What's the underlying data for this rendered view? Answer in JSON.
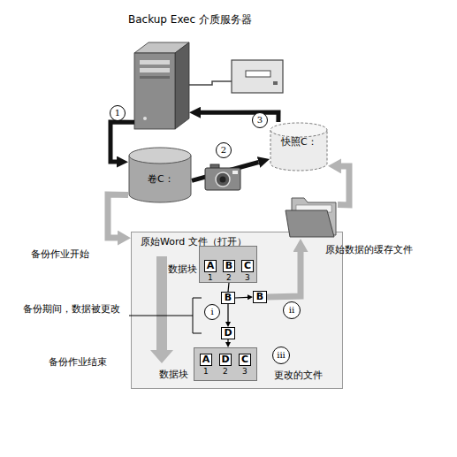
{
  "diagram": {
    "nodes": [
      {
        "text": [
          "Backup Exec 介质服务器"
        ]
      },
      {
        "text": [
          "卷C："
        ]
      },
      {
        "text": [
          "快照C："
        ]
      },
      {
        "text": [
          "原始Word 文件（打开）"
        ]
      },
      {
        "text": [
          "数据块"
        ],
        "in": 3
      },
      {
        "text": [
          "A",
          "1"
        ],
        "in": 4
      },
      {
        "text": [
          "B",
          "2"
        ],
        "in": 4
      },
      {
        "text": [
          "C",
          "3"
        ],
        "in": 4
      },
      {
        "text": [
          "B"
        ],
        "in": 3
      },
      {
        "text": [
          "B"
        ],
        "in": 3
      },
      {
        "text": [
          "D"
        ],
        "in": 3
      },
      {
        "text": [
          "数据块"
        ],
        "in": 3
      },
      {
        "text": [
          "A",
          "1"
        ],
        "in": 11
      },
      {
        "text": [
          "D",
          "2"
        ],
        "in": 11
      },
      {
        "text": [
          "C",
          "3"
        ],
        "in": 11
      },
      {
        "text": [
          "原始数据的缓存文件"
        ]
      }
    ],
    "edges": [
      {
        "from": 0,
        "to": 1,
        "arrow": "to"
      },
      {
        "from": 1,
        "to": 2,
        "arrow": "to"
      },
      {
        "from": 2,
        "to": 0,
        "arrow": "to"
      },
      {
        "from": 1,
        "to": 3,
        "arrow": "to"
      },
      {
        "from": 6,
        "to": 8,
        "arrow": "none"
      },
      {
        "from": 8,
        "to": 9,
        "arrow": "to"
      },
      {
        "from": 8,
        "to": 10,
        "arrow": "to"
      },
      {
        "from": 10,
        "to": 11,
        "arrow": "to"
      },
      {
        "from": 9,
        "to": 15,
        "arrow": "to"
      },
      {
        "from": 15,
        "to": 2,
        "arrow": "to"
      }
    ],
    "labels": [
      "1",
      "2",
      "3",
      "i",
      "ii",
      "iii",
      "备份作业开始",
      "备份期间，数据被更改",
      "备份作业结束",
      "更改的文件"
    ]
  }
}
